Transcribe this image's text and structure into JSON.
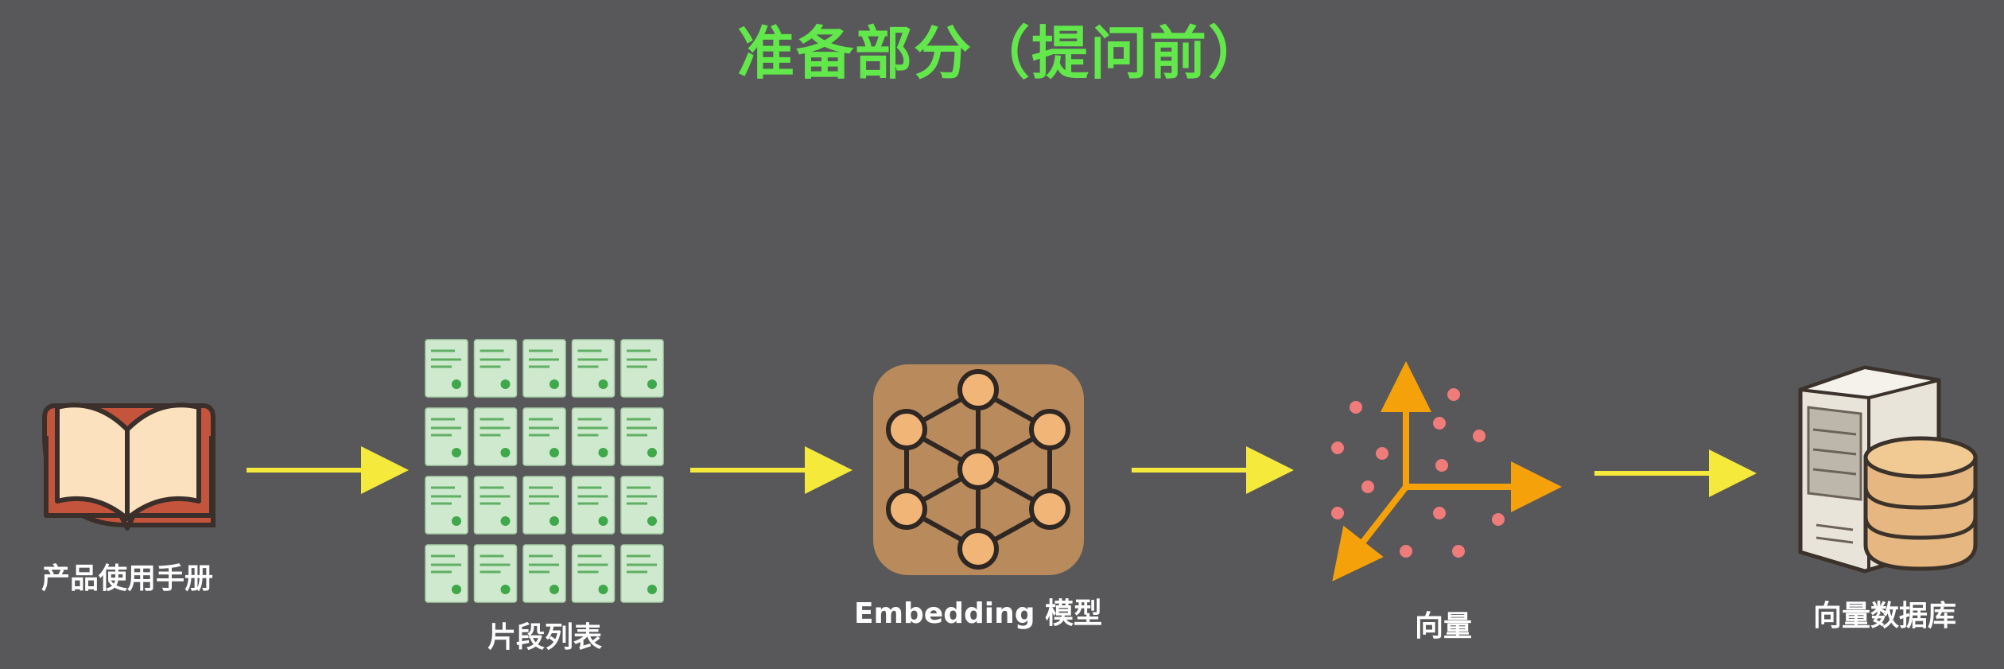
{
  "title": "准备部分（提问前）",
  "colors": {
    "title": "#62e84a",
    "arrow": "#f5e93b",
    "label": "#ffffff",
    "background": "#58585a",
    "axis": "#f5a10a",
    "vector_dot": "#ef7b7b"
  },
  "steps": [
    {
      "label": "产品使用手册",
      "icon": "book-icon"
    },
    {
      "label": "片段列表",
      "icon": "document-grid-icon"
    },
    {
      "label": "Embedding 模型",
      "icon": "neural-network-icon"
    },
    {
      "label": "向量",
      "icon": "vector-space-icon"
    },
    {
      "label": "向量数据库",
      "icon": "database-server-icon"
    }
  ]
}
